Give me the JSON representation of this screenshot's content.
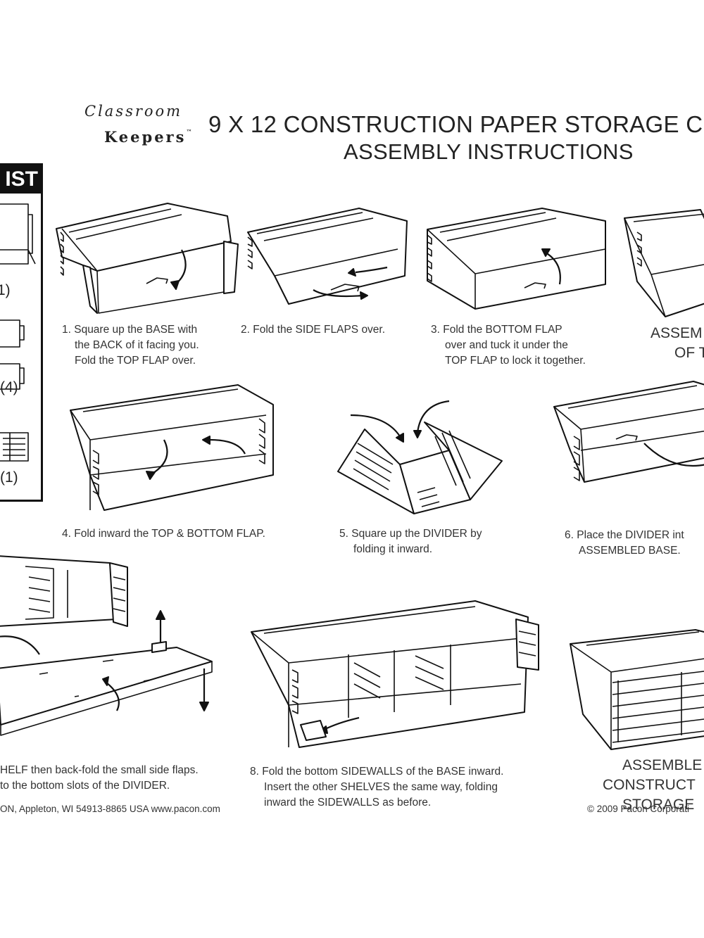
{
  "brand": {
    "line1": "Classroom",
    "line2": "Keepers",
    "tm": "™"
  },
  "header": {
    "title": "9 X 12 CONSTRUCTION PAPER STORAGE C",
    "subtitle": "ASSEMBLY INSTRUCTIONS"
  },
  "parts_list": {
    "heading": "IST",
    "items": [
      {
        "qty": "1)"
      },
      {
        "qty": "(4)"
      },
      {
        "qty": "(1)"
      }
    ]
  },
  "steps": {
    "s1": [
      "1. Square up the BASE with",
      "the BACK of it facing you.",
      "Fold the TOP FLAP over."
    ],
    "s2": [
      "2. Fold the SIDE FLAPS over."
    ],
    "s3": [
      "3. Fold the BOTTOM FLAP",
      "over and tuck it under the",
      "TOP FLAP to lock it together."
    ],
    "s3b": [
      "ASSEM",
      "OF T"
    ],
    "s4": [
      "4. Fold inward the TOP & BOTTOM FLAP."
    ],
    "s5": [
      "5. Square up the DIVIDER by",
      "folding it inward."
    ],
    "s6": [
      "6. Place the DIVIDER int",
      "ASSEMBLED BASE."
    ],
    "s7": [
      "HELF then back-fold the small side flaps.",
      "to the bottom slots of the DIVIDER."
    ],
    "s8": [
      "8. Fold the bottom SIDEWALLS of the BASE inward.",
      "Insert the other SHELVES the same way, folding",
      "inward the SIDEWALLS as before."
    ],
    "s9": [
      "ASSEMBLE",
      "CONSTRUCT",
      "STORAGE"
    ]
  },
  "footer": {
    "left": "ON, Appleton, WI 54913-8865 USA   www.pacon.com",
    "right": "© 2009 Pacon Corporati"
  }
}
